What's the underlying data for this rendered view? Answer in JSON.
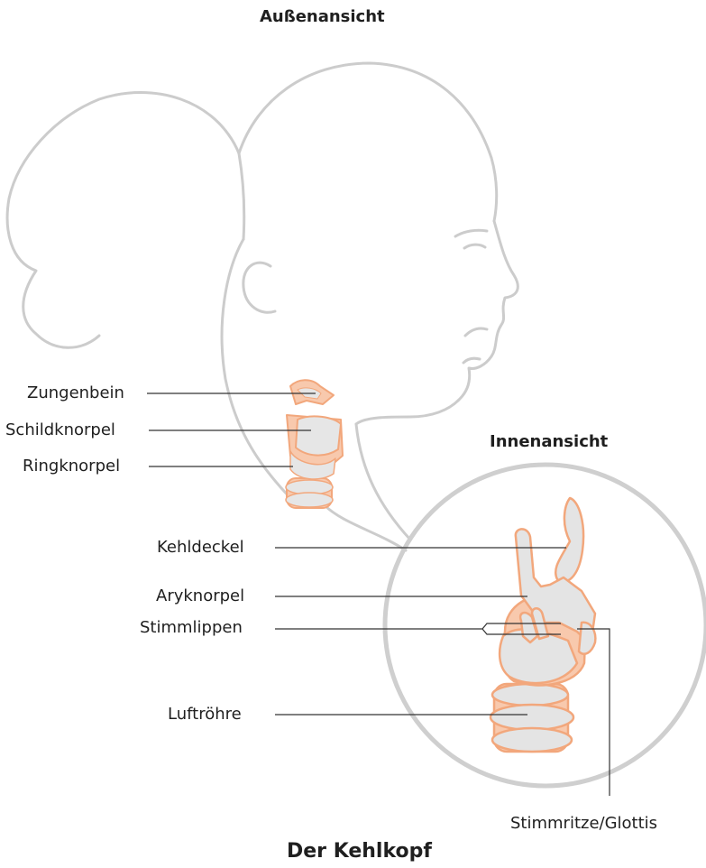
{
  "titles": {
    "outer_view": "Außenansicht",
    "inner_view": "Innenansicht",
    "caption": "Der Kehlkopf"
  },
  "outer_labels": {
    "hyoid": "Zungenbein",
    "thyroid_cartilage": "Schildknorpel",
    "cricoid_cartilage": "Ringknorpel"
  },
  "inner_labels": {
    "epiglottis": "Kehldeckel",
    "arytenoid": "Aryknorpel",
    "vocal_folds": "Stimmlippen",
    "trachea": "Luftröhre",
    "glottis": "Stimmritze/Glottis"
  },
  "colors": {
    "outline_gray": "#c9c9c9",
    "cartilage_orange": "#f2a77c",
    "cartilage_fill": "#f8c9ad",
    "cartilage_gray": "#e4e4e4",
    "leader_line": "#333333"
  }
}
